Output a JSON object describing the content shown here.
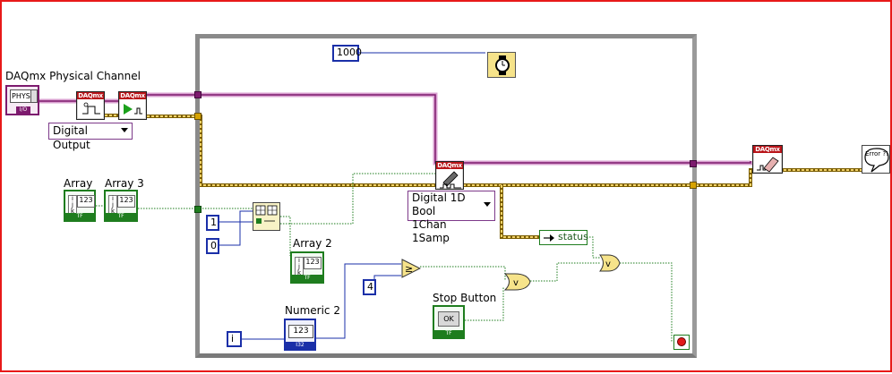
{
  "labels": {
    "physical_channel": "DAQmx Physical Channel",
    "array": "Array",
    "array3": "Array 3",
    "array2": "Array 2",
    "numeric2": "Numeric 2",
    "stop_button": "Stop Button"
  },
  "constants": {
    "wait_ms": "1000",
    "index_one": "1",
    "index_zero": "0",
    "compare_value": "4",
    "iteration": "i"
  },
  "ring_menus": {
    "channel_type": "Digital Output",
    "write_mode_line1": "Digital 1D Bool",
    "write_mode_line2": "1Chan 1Samp"
  },
  "vis": {
    "create_channel": "DAQmx",
    "start_task": "DAQmx",
    "write": "DAQmx",
    "clear_task": "DAQmx"
  },
  "controls": {
    "phys_text": "PHYS",
    "phys_io": "I/O",
    "numeric_value": "123",
    "numeric_type": "I32",
    "array_cell": "123",
    "tf": "TF",
    "stop_ok": "OK",
    "error_text": "Error ?!"
  },
  "indicators": {
    "status": "status"
  },
  "colors": {
    "border": "#e81919",
    "loop": "#8a8a8a",
    "wire_task": "#7d1a6e",
    "wire_error": "#d7a300",
    "wire_bool": "#1e7d1e",
    "wire_int": "#1a2fa8"
  }
}
